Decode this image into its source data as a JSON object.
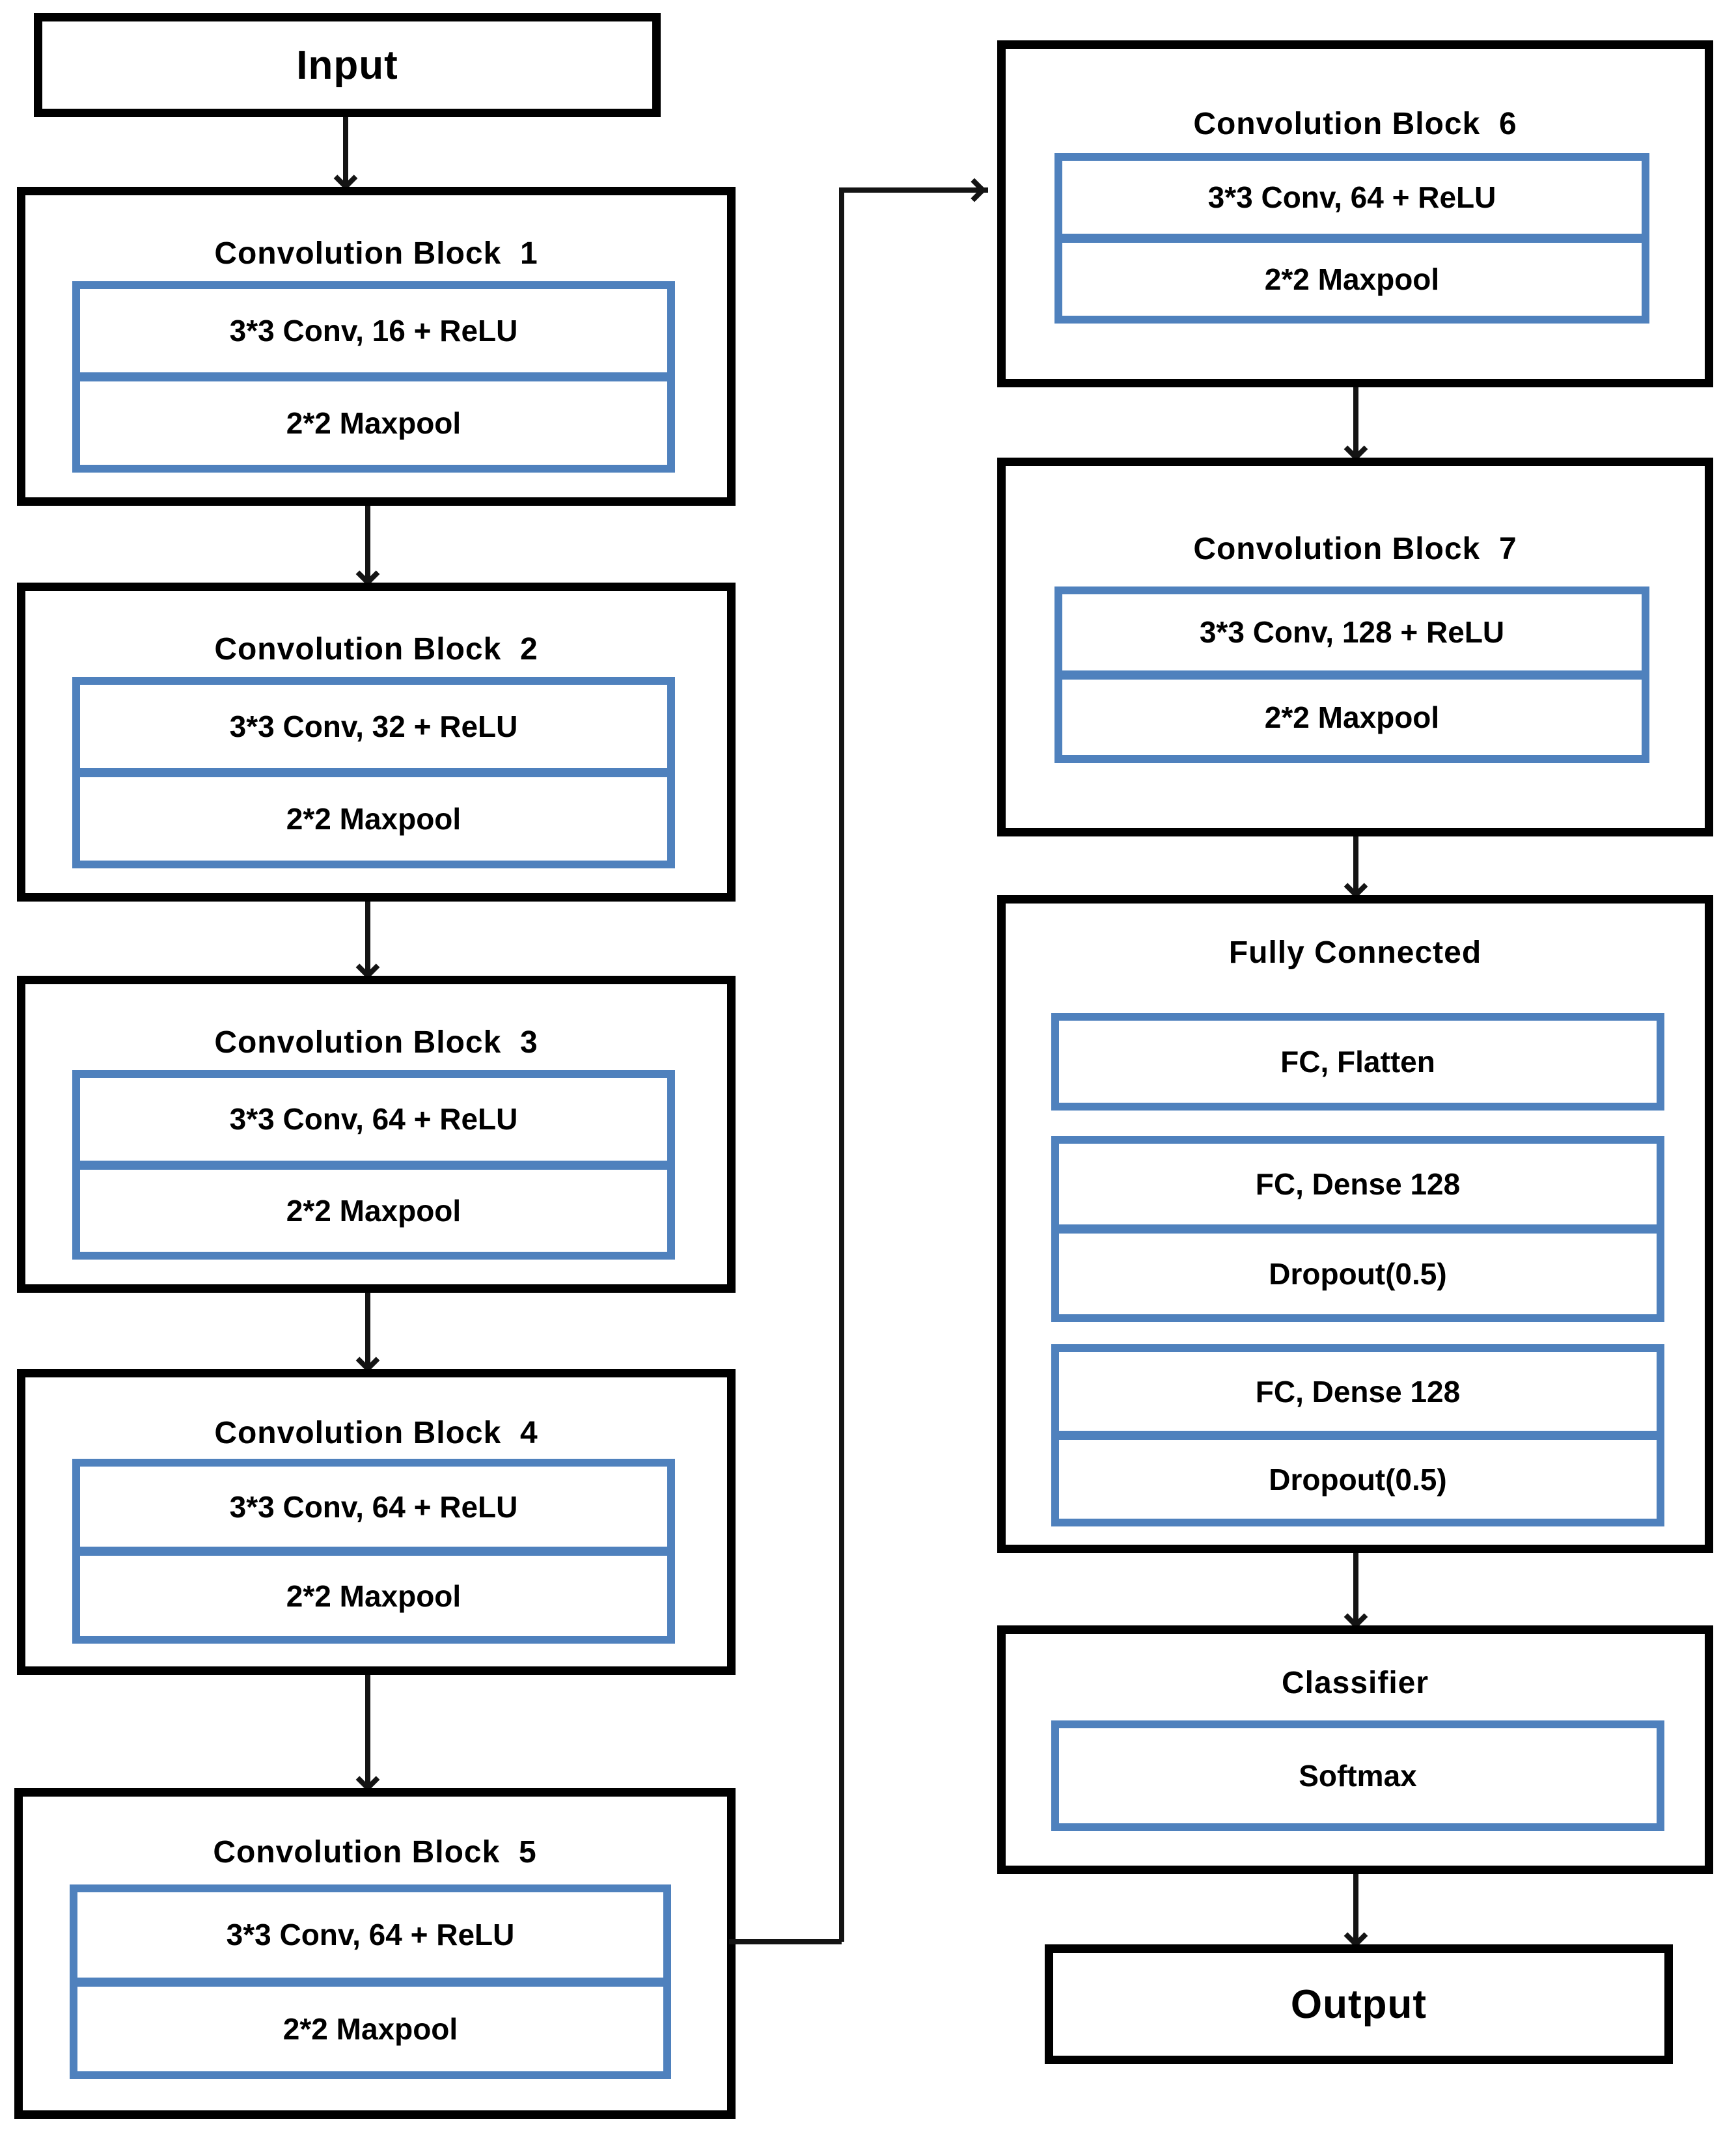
{
  "colors": {
    "outline": "#000000",
    "accent": "#4f81bd",
    "line": "#141414",
    "background": "#ffffff"
  },
  "input": {
    "label": "Input"
  },
  "output": {
    "label": "Output"
  },
  "left_blocks": [
    {
      "title": "Convolution Block  1",
      "conv": "3*3 Conv, 16 + ReLU",
      "pool": "2*2 Maxpool"
    },
    {
      "title": "Convolution Block  2",
      "conv": "3*3 Conv, 32 + ReLU",
      "pool": "2*2 Maxpool"
    },
    {
      "title": "Convolution Block  3",
      "conv": "3*3 Conv, 64 + ReLU",
      "pool": "2*2 Maxpool"
    },
    {
      "title": "Convolution Block  4",
      "conv": "3*3 Conv, 64 + ReLU",
      "pool": "2*2 Maxpool"
    },
    {
      "title": "Convolution Block  5",
      "conv": "3*3 Conv, 64 + ReLU",
      "pool": "2*2 Maxpool"
    }
  ],
  "right_blocks": [
    {
      "title": "Convolution Block  6",
      "conv": "3*3 Conv, 64 + ReLU",
      "pool": "2*2 Maxpool"
    },
    {
      "title": "Convolution Block  7",
      "conv": "3*3 Conv, 128 + ReLU",
      "pool": "2*2 Maxpool"
    }
  ],
  "fully_connected": {
    "title": "Fully Connected",
    "flatten": "FC, Flatten",
    "dense1": "FC, Dense 128",
    "dropout1": "Dropout(0.5)",
    "dense2": "FC, Dense 128",
    "dropout2": "Dropout(0.5)"
  },
  "classifier": {
    "title": "Classifier",
    "softmax": "Softmax"
  }
}
